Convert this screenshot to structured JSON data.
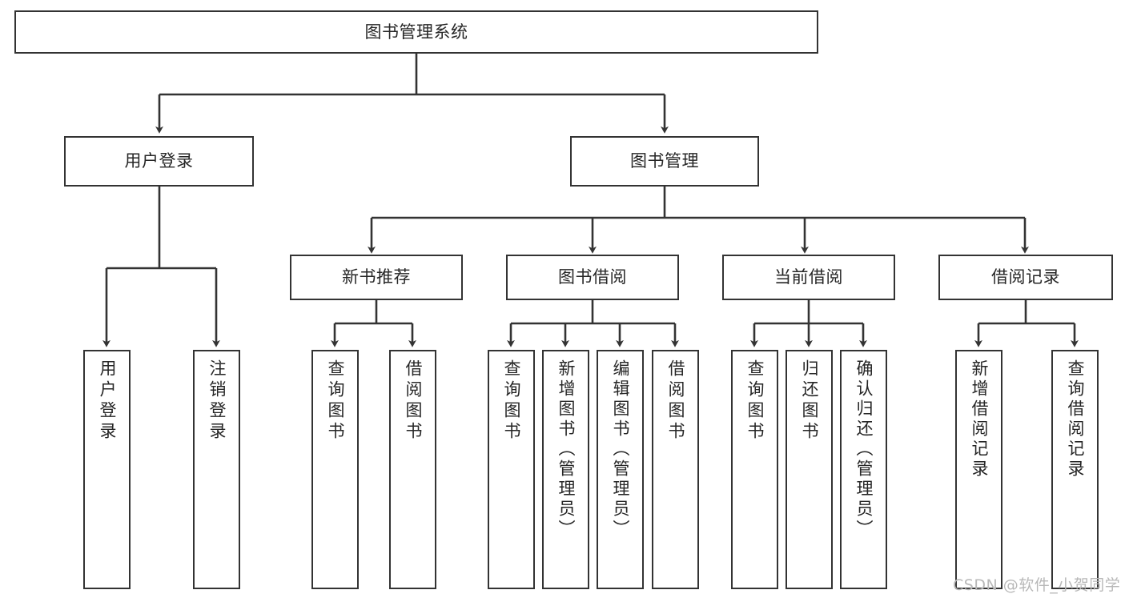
{
  "diagram": {
    "title": "图书管理系统",
    "type": "tree-hierarchy",
    "watermark": "CSDN @软件_小贺同学",
    "colors": {
      "stroke": "#333333",
      "fill": "#ffffff",
      "text": "#262626",
      "watermark": "#b8b8b8"
    },
    "nodes": {
      "root": {
        "label": "图书管理系统",
        "level": 1
      },
      "l2_user_login": {
        "label": "用户登录",
        "level": 2
      },
      "l2_book_manage": {
        "label": "图书管理",
        "level": 2
      },
      "l3_new_book_rec": {
        "label": "新书推荐",
        "level": 3
      },
      "l3_book_borrow": {
        "label": "图书借阅",
        "level": 3
      },
      "l3_current_borrow": {
        "label": "当前借阅",
        "level": 3
      },
      "l3_borrow_record": {
        "label": "借阅记录",
        "level": 3
      },
      "leaf_user_login": {
        "label": "用户登录",
        "level": 4
      },
      "leaf_logout": {
        "label": "注销登录",
        "level": 4
      },
      "leaf_query_book_1": {
        "label": "查询图书",
        "level": 4
      },
      "leaf_borrow_book_1": {
        "label": "借阅图书",
        "level": 4
      },
      "leaf_query_book_2": {
        "label": "查询图书",
        "level": 4
      },
      "leaf_add_book": {
        "label": "新增图书（管理员）",
        "level": 4
      },
      "leaf_edit_book": {
        "label": "编辑图书（管理员）",
        "level": 4
      },
      "leaf_borrow_book_2": {
        "label": "借阅图书",
        "level": 4
      },
      "leaf_query_book_3": {
        "label": "查询图书",
        "level": 4
      },
      "leaf_return_book": {
        "label": "归还图书",
        "level": 4
      },
      "leaf_confirm_return": {
        "label": "确认归还（管理员）",
        "level": 4
      },
      "leaf_add_record": {
        "label": "新增借阅记录",
        "level": 4
      },
      "leaf_query_record": {
        "label": "查询借阅记录",
        "level": 4
      }
    },
    "edges": [
      {
        "from": "root",
        "to": "l2_user_login"
      },
      {
        "from": "root",
        "to": "l2_book_manage"
      },
      {
        "from": "l2_user_login",
        "to": "leaf_user_login"
      },
      {
        "from": "l2_user_login",
        "to": "leaf_logout"
      },
      {
        "from": "l2_book_manage",
        "to": "l3_new_book_rec"
      },
      {
        "from": "l2_book_manage",
        "to": "l3_book_borrow"
      },
      {
        "from": "l2_book_manage",
        "to": "l3_current_borrow"
      },
      {
        "from": "l2_book_manage",
        "to": "l3_borrow_record"
      },
      {
        "from": "l3_new_book_rec",
        "to": "leaf_query_book_1"
      },
      {
        "from": "l3_new_book_rec",
        "to": "leaf_borrow_book_1"
      },
      {
        "from": "l3_book_borrow",
        "to": "leaf_query_book_2"
      },
      {
        "from": "l3_book_borrow",
        "to": "leaf_add_book"
      },
      {
        "from": "l3_book_borrow",
        "to": "leaf_edit_book"
      },
      {
        "from": "l3_book_borrow",
        "to": "leaf_borrow_book_2"
      },
      {
        "from": "l3_current_borrow",
        "to": "leaf_query_book_3"
      },
      {
        "from": "l3_current_borrow",
        "to": "leaf_return_book"
      },
      {
        "from": "l3_current_borrow",
        "to": "leaf_confirm_return"
      },
      {
        "from": "l3_borrow_record",
        "to": "leaf_add_record"
      },
      {
        "from": "l3_borrow_record",
        "to": "leaf_query_record"
      }
    ]
  }
}
